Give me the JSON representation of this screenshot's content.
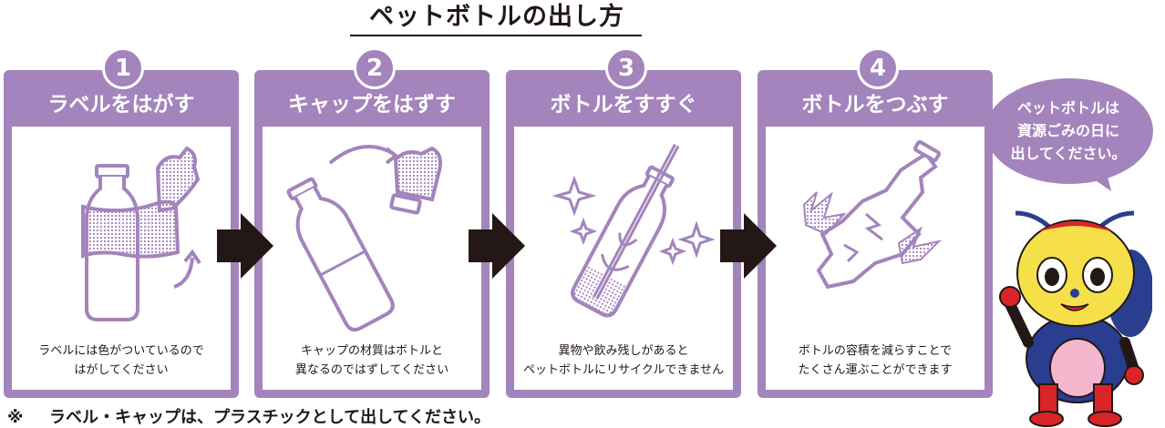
{
  "title": "ペットボトルの出し方",
  "steps": [
    {
      "number": "1",
      "heading": "ラベルをはがす",
      "caption": [
        "ラベルには色がついているので",
        "はがしてください"
      ],
      "icon": "bottle-label-peel-icon"
    },
    {
      "number": "2",
      "heading": "キャップをはずす",
      "caption": [
        "キャップの材質はボトルと",
        "異なるのではずしてください"
      ],
      "icon": "bottle-cap-remove-icon"
    },
    {
      "number": "3",
      "heading": "ボトルをすすぐ",
      "caption": [
        "異物や飲み残しがあると",
        "ペットボトルにリサイクルできません"
      ],
      "icon": "bottle-rinse-icon"
    },
    {
      "number": "4",
      "heading": "ボトルをつぶす",
      "caption": [
        "ボトルの容積を減らすことで",
        "たくさん運ぶことができます"
      ],
      "icon": "bottle-crush-icon"
    }
  ],
  "bubble": {
    "lines": [
      "ペットボトルは",
      "資源ごみの日に",
      "出してください。"
    ]
  },
  "footnote": {
    "mark": "※",
    "text": "ラベル・キャップは、プラスチックとして出してください。"
  },
  "colors": {
    "accent": "#a384bc",
    "ink": "#231815",
    "mascot_face": "#f5e04a",
    "mascot_body": "#2a3d8f",
    "mascot_accent": "#d9252a"
  }
}
